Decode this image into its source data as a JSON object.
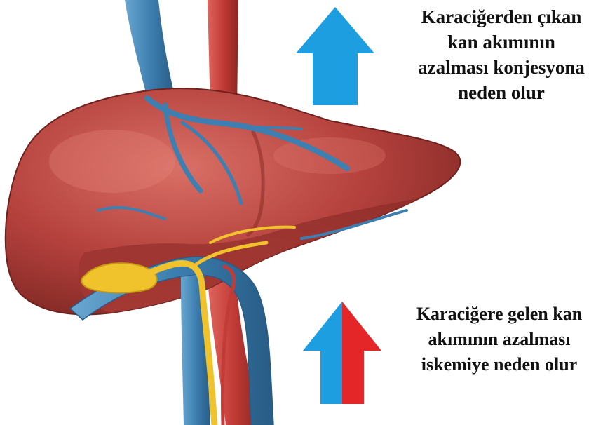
{
  "captions": {
    "top": {
      "lines": [
        "Karaciğerden çıkan",
        "kan akımının",
        "azalması konjesyona",
        "neden olur"
      ]
    },
    "bottom": {
      "lines": [
        "Karaciğere gelen kan",
        "akımının azalması",
        "iskemiye neden olur"
      ]
    }
  },
  "colors": {
    "liver": "#b5413d",
    "vein": "#3d7fb0",
    "artery": "#c23b36",
    "bile_duct": "#f0c22c",
    "arrow_blue": "#1c9ee0",
    "arrow_red": "#e52629"
  },
  "icons": {
    "top_arrow": "outflow-up-arrow-icon",
    "bottom_arrow": "inflow-up-arrow-icon"
  }
}
